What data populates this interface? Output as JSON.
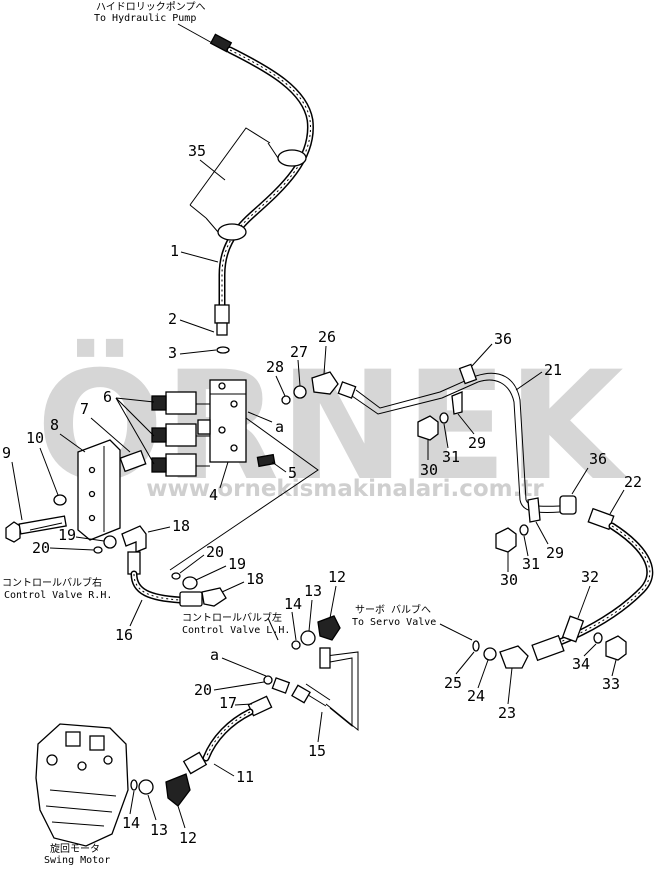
{
  "watermark": {
    "brand": "ÖRNEK",
    "url": "www.ornekismakinalari.com.tr"
  },
  "notes": {
    "to_hydraulic_pump_jp": "ハイドロリックポンプへ",
    "to_hydraulic_pump_en": "To Hydraulic Pump",
    "control_valve_rh_jp": "コントロールバルブ右",
    "control_valve_rh_en": "Control Valve R.H.",
    "control_valve_lh_jp": "コントロールバルブ左",
    "control_valve_lh_en": "Control Valve L.H.",
    "to_servo_valve_jp": "サーボ バルブへ",
    "to_servo_valve_en": "To Servo Valve",
    "swing_motor_jp": "旋回モータ",
    "swing_motor_en": "Swing Motor",
    "ref_a_1": "a",
    "ref_a_2": "a"
  },
  "callouts": {
    "c35": "35",
    "c1": "1",
    "c2": "2",
    "c3": "3",
    "c26": "26",
    "c27": "27",
    "c28": "28",
    "c36a": "36",
    "c21": "21",
    "c6": "6",
    "c7": "7",
    "c8": "8",
    "c10": "10",
    "c9": "9",
    "c5": "5",
    "c4": "4",
    "c29a": "29",
    "c31a": "31",
    "c30a": "30",
    "c36b": "36",
    "c22": "22",
    "c19a": "19",
    "c18a": "18",
    "c20a": "20",
    "c20b": "20",
    "c19b": "19",
    "c18b": "18",
    "c16": "16",
    "c29b": "29",
    "c31b": "31",
    "c30b": "30",
    "c32": "32",
    "c12a": "12",
    "c13a": "13",
    "c14a": "14",
    "c25": "25",
    "c24": "24",
    "c23": "23",
    "c34": "34",
    "c33": "33",
    "c20c": "20",
    "c17": "17",
    "c15": "15",
    "c11": "11",
    "c14b": "14",
    "c13b": "13",
    "c12b": "12"
  }
}
